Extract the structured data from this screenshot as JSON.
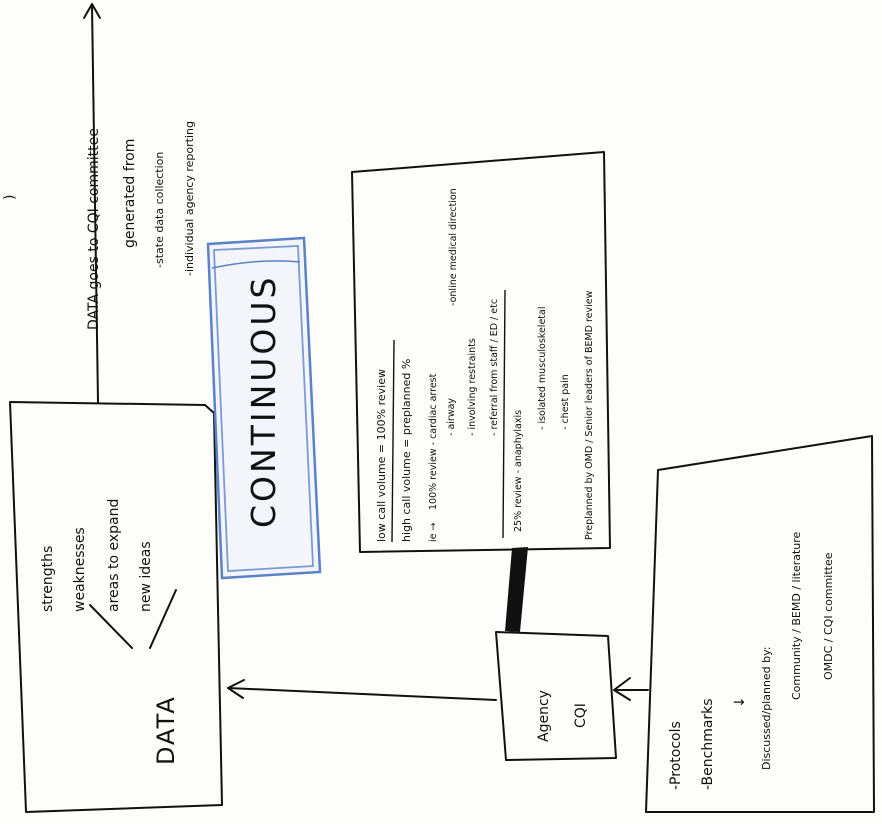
{
  "data_box": {
    "main_label": "DATA",
    "items": [
      "strengths",
      "weaknesses",
      "areas to expand",
      "new ideas"
    ]
  },
  "continuous_banner": {
    "label": "CONTINUOUS",
    "frame_color": "#5b82c6"
  },
  "top_arrow": {
    "title": "DATA goes to CQI committee",
    "generated_from": "generated from",
    "sources": [
      "-state data collection",
      "-individual agency reporting"
    ]
  },
  "review_box": {
    "line1": "low call volume = 100% review",
    "line2": "high call volume = preplanned %",
    "line3_prefix": "ie →",
    "line3": "100% review - cardiac arrest",
    "line3_side": "-online medical direction",
    "line4": "- airway",
    "line5": "- involving restraints",
    "line6": "- referral from staff / ED / etc",
    "line7": "25% review - anaphylaxis",
    "line8": "- isolated musculoskeletal",
    "line9": "- chest pain",
    "footer": "Preplanned by OMD / Senior leaders of BEMD review"
  },
  "agency_box": {
    "line1": "Agency",
    "line2": "CQI"
  },
  "protocols_box": {
    "item1": "-Protocols",
    "item2": "-Benchmarks",
    "arrow": "↓",
    "discussed": "Discussed/planned by:",
    "line1": "Community / BEMD / literature",
    "line2": "OMDC / CQI committee"
  },
  "misc": {
    "top_mark": ")"
  }
}
